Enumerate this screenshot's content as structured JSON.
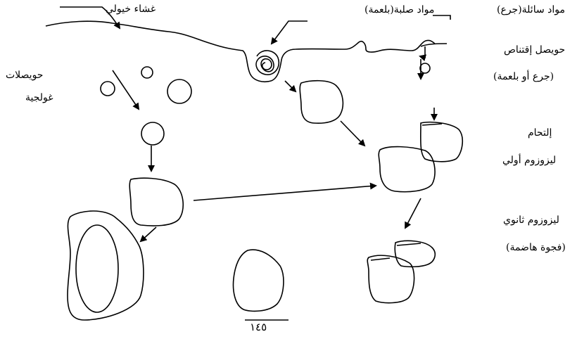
{
  "labels": {
    "cell_membrane": "غشاء خيولي",
    "solid_materials": "مواد صلبة(بلعمة)",
    "liquid_materials": "مواد سائلة(جرع)",
    "capture_vesicle": "حويصل إقتناص",
    "capture_vesicle_note": "(جرع أو بلعمة)",
    "golgi_vesicles_line1": "حويصلات",
    "golgi_vesicles_line2": "غولجية",
    "fusion": "إلتحام",
    "primary_lysosome": "ليزوزوم  أولي",
    "secondary_lysosome": "ليزوزوم ثانوي",
    "digestive_vacuole": "(فجوة  هاضمة)",
    "page_number": "١٤٥"
  }
}
